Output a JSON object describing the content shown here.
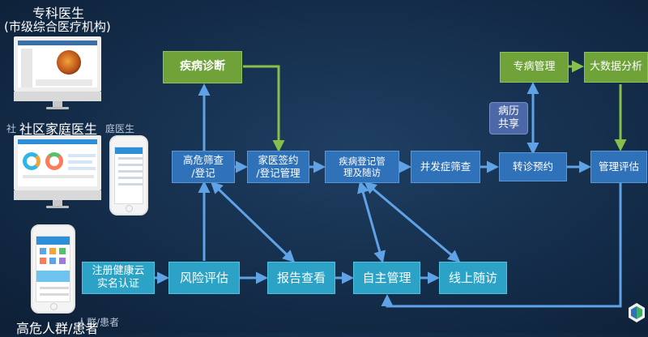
{
  "left": {
    "specialist_title": "专科医生",
    "specialist_subtitle": "(市级综合医疗机构)",
    "community_title": "社区家庭医生",
    "community_ghost_left": "社",
    "community_ghost_right": "庭医生",
    "patients_title": "高危人群/患者",
    "patients_ghost": "人群/患者"
  },
  "nodes": {
    "disease_diagnosis": "疾病诊断",
    "high_risk_screening": [
      "高危筛查",
      "/登记"
    ],
    "family_contract": [
      "家医签约",
      "/登记管理"
    ],
    "disease_registration": [
      "疾病登记管",
      "理及随访"
    ],
    "complication_screening": "并发症筛查",
    "referral_booking": "转诊预约",
    "management_evaluation": "管理评估",
    "specialty_management": "专病管理",
    "big_data_analysis": "大数据分析",
    "record_sharing": [
      "病历",
      "共享"
    ],
    "register_cloud": [
      "注册健康云",
      "实名认证"
    ],
    "risk_assessment": "风险评估",
    "report_view": "报告查看",
    "self_management": "自主管理",
    "online_followup": "线上随访"
  },
  "colors": {
    "arrow": "#5fa3e6",
    "arrow_green": "#86bf4c",
    "blue_box": "#2f72ba",
    "cyan_box": "#2ba2c6",
    "green_box": "#6fa33a",
    "purple_box": "#4d68a8"
  },
  "icons": {
    "specialist_device": "imac-monitor-icon",
    "community_device": "imac-monitor-icon",
    "community_phone": "smartphone-icon",
    "patient_phone": "smartphone-icon",
    "brand_logo": "cube-logo-icon"
  }
}
